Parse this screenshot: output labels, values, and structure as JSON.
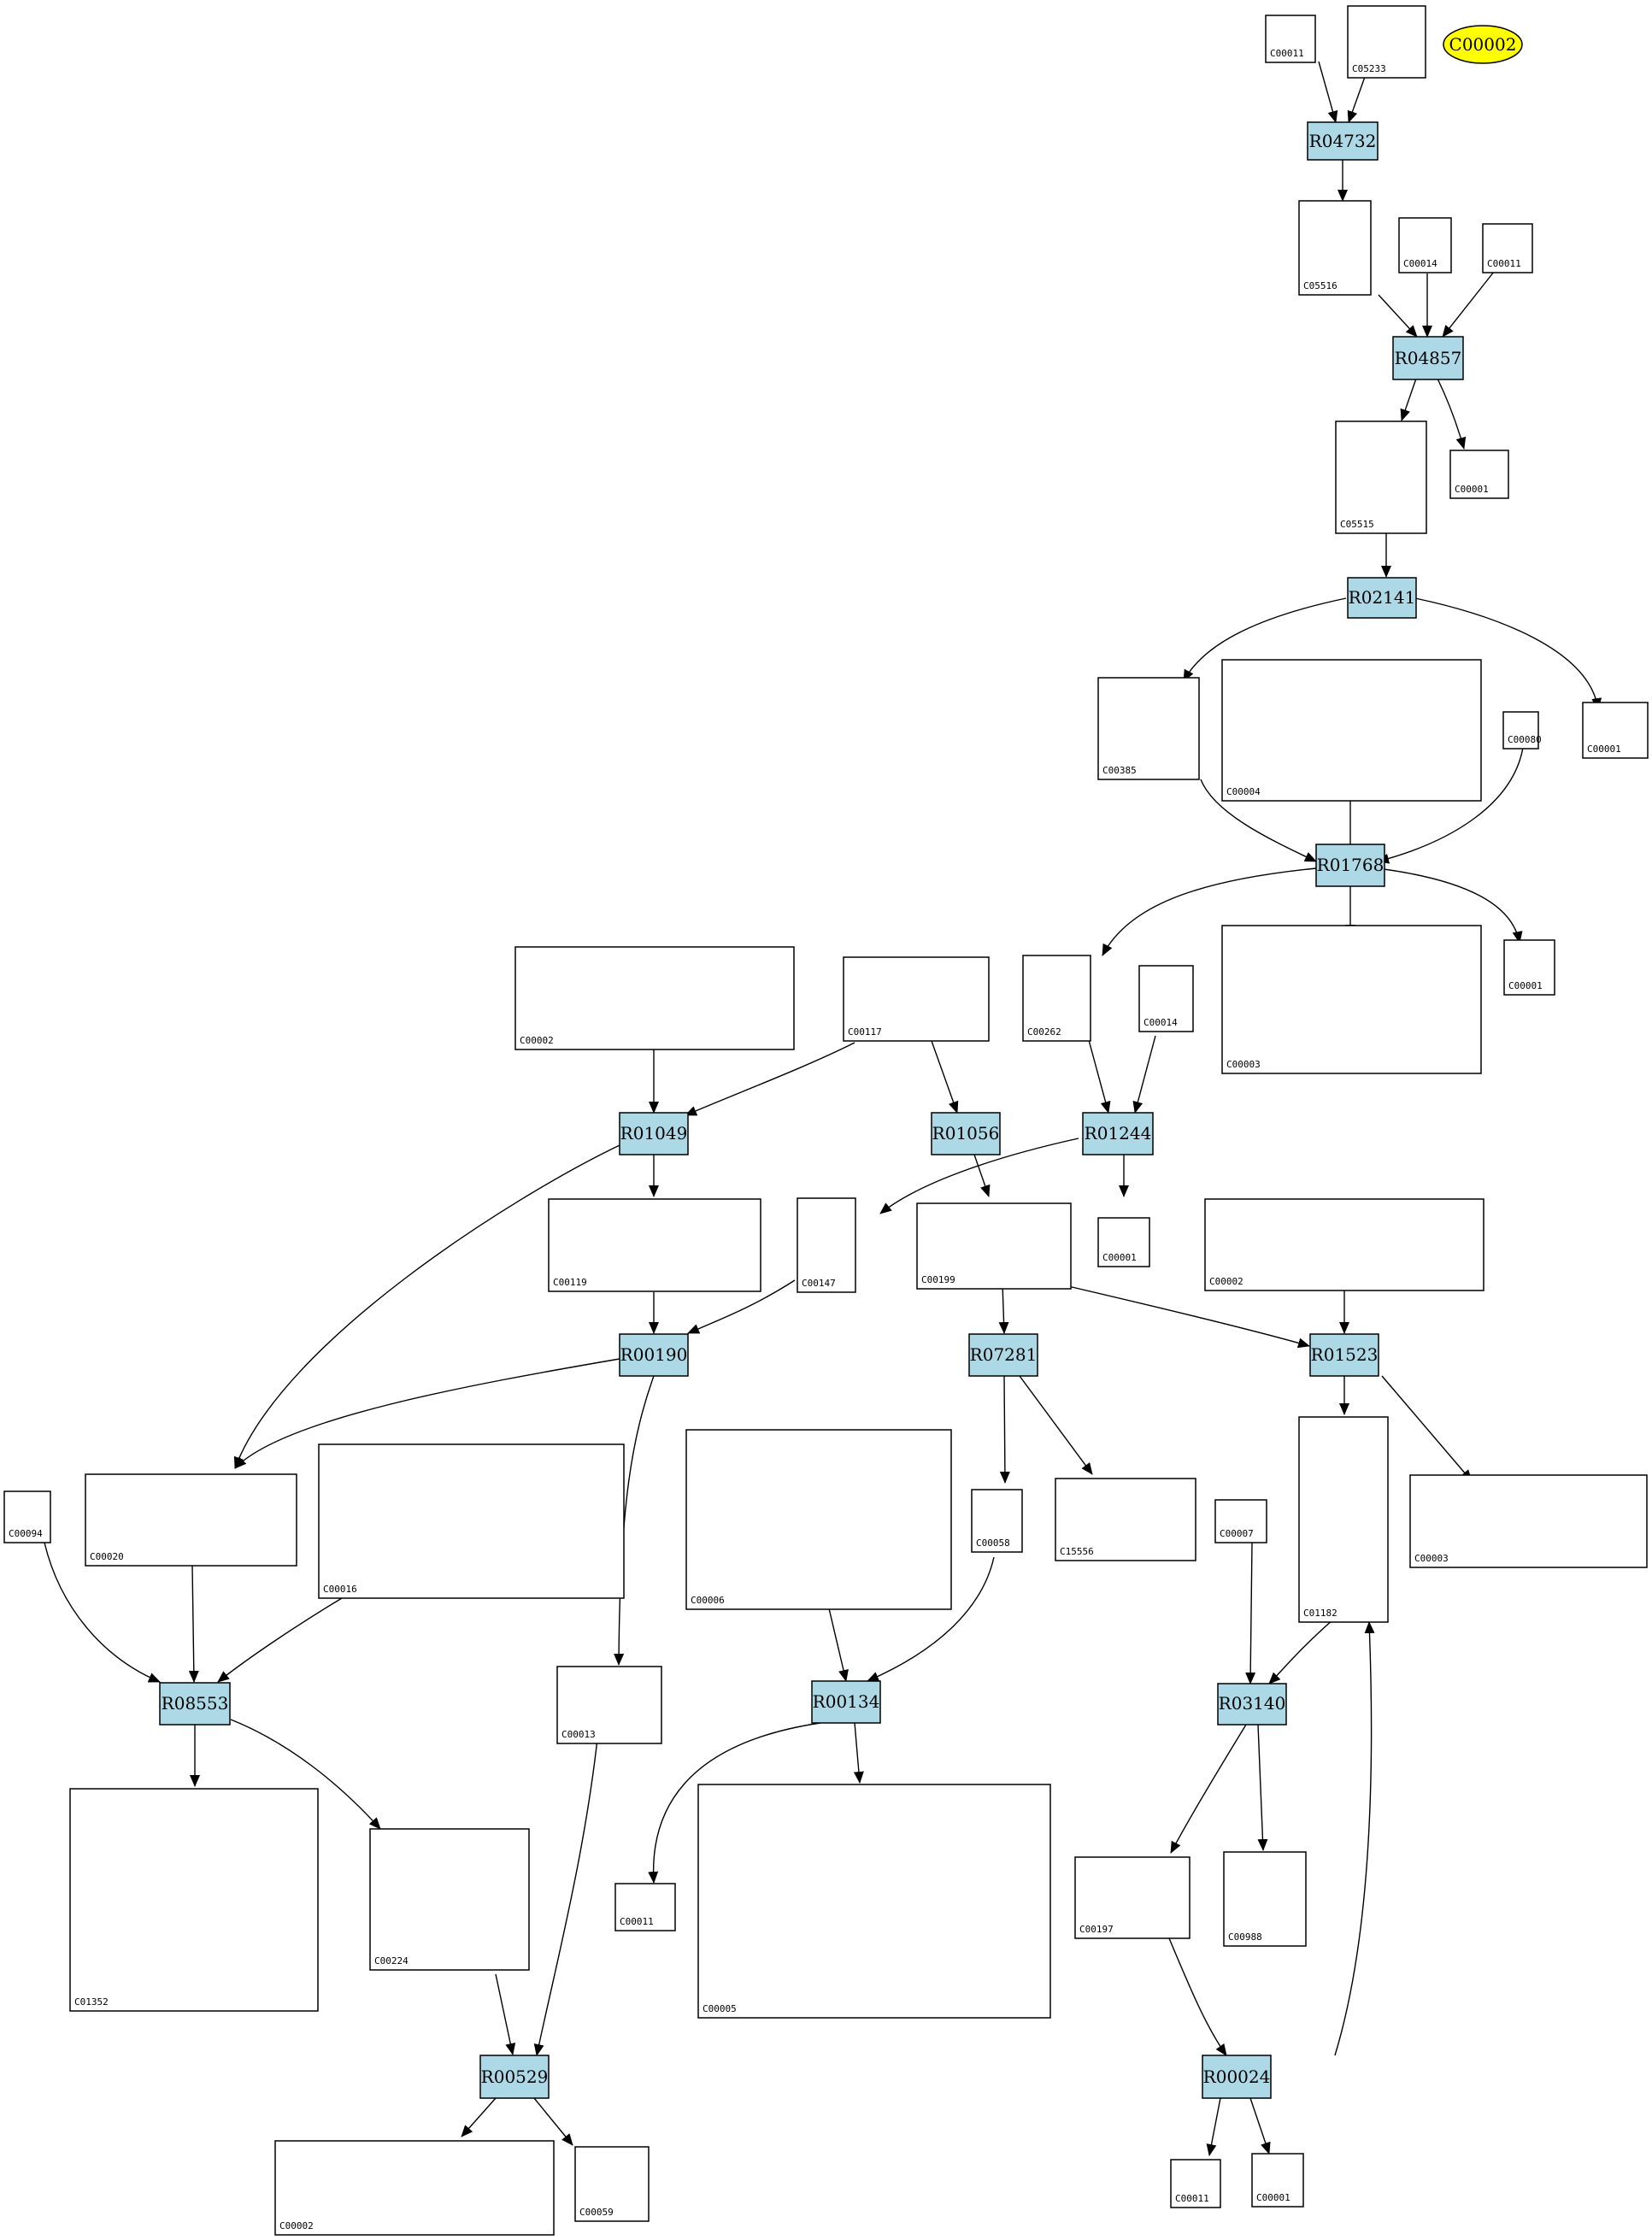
{
  "highlight": {
    "label": "C00002",
    "color": "#ffff00"
  },
  "colors": {
    "reaction_fill": "#add8e6",
    "edge": "#000000"
  },
  "reactions": [
    {
      "id": "rxn-R04732",
      "label": "R04732"
    },
    {
      "id": "rxn-R04857",
      "label": "R04857"
    },
    {
      "id": "rxn-R02141",
      "label": "R02141"
    },
    {
      "id": "rxn-R01768",
      "label": "R01768"
    },
    {
      "id": "rxn-R01049",
      "label": "R01049"
    },
    {
      "id": "rxn-R01056",
      "label": "R01056"
    },
    {
      "id": "rxn-R01244",
      "label": "R01244"
    },
    {
      "id": "rxn-R00190",
      "label": "R00190"
    },
    {
      "id": "rxn-R07281",
      "label": "R07281"
    },
    {
      "id": "rxn-R01523",
      "label": "R01523"
    },
    {
      "id": "rxn-R08553",
      "label": "R08553"
    },
    {
      "id": "rxn-R00134",
      "label": "R00134"
    },
    {
      "id": "rxn-R03140",
      "label": "R03140"
    },
    {
      "id": "rxn-R00529",
      "label": "R00529"
    },
    {
      "id": "rxn-R00024",
      "label": "R00024"
    }
  ],
  "compounds": [
    {
      "id": "c1",
      "label": "C00011"
    },
    {
      "id": "c2",
      "label": "C05233"
    },
    {
      "id": "c3",
      "label": "C05516"
    },
    {
      "id": "c4",
      "label": "C00014"
    },
    {
      "id": "c5",
      "label": "C00011"
    },
    {
      "id": "c6",
      "label": "C05515"
    },
    {
      "id": "c7",
      "label": "C00001"
    },
    {
      "id": "c8",
      "label": "C00385"
    },
    {
      "id": "c9",
      "label": "C00004"
    },
    {
      "id": "c10",
      "label": "C00080"
    },
    {
      "id": "c11",
      "label": "C00001"
    },
    {
      "id": "c12",
      "label": "C00002"
    },
    {
      "id": "c13",
      "label": "C00117"
    },
    {
      "id": "c14",
      "label": "C00262"
    },
    {
      "id": "c15",
      "label": "C00014"
    },
    {
      "id": "c16",
      "label": "C00003"
    },
    {
      "id": "c17",
      "label": "C00001"
    },
    {
      "id": "c18",
      "label": "C00119"
    },
    {
      "id": "c19",
      "label": "C00147"
    },
    {
      "id": "c20",
      "label": "C00199"
    },
    {
      "id": "c21",
      "label": "C00001"
    },
    {
      "id": "c22",
      "label": "C00002"
    },
    {
      "id": "c23",
      "label": "C00094"
    },
    {
      "id": "c24",
      "label": "C00020"
    },
    {
      "id": "c25",
      "label": "C00016"
    },
    {
      "id": "c26",
      "label": "C00006"
    },
    {
      "id": "c27",
      "label": "C00058"
    },
    {
      "id": "c28",
      "label": "C15556"
    },
    {
      "id": "c29",
      "label": "C01182"
    },
    {
      "id": "c30",
      "label": "C00007"
    },
    {
      "id": "c31",
      "label": "C00003"
    },
    {
      "id": "c32",
      "label": "C00013"
    },
    {
      "id": "c33",
      "label": "C01352"
    },
    {
      "id": "c34",
      "label": "C00224"
    },
    {
      "id": "c35",
      "label": "C00011"
    },
    {
      "id": "c36",
      "label": "C00005"
    },
    {
      "id": "c37",
      "label": "C00197"
    },
    {
      "id": "c38",
      "label": "C00988"
    },
    {
      "id": "c39",
      "label": "C00002"
    },
    {
      "id": "c40",
      "label": "C00059"
    },
    {
      "id": "c41",
      "label": "C00011"
    },
    {
      "id": "c42",
      "label": "C00001"
    }
  ]
}
